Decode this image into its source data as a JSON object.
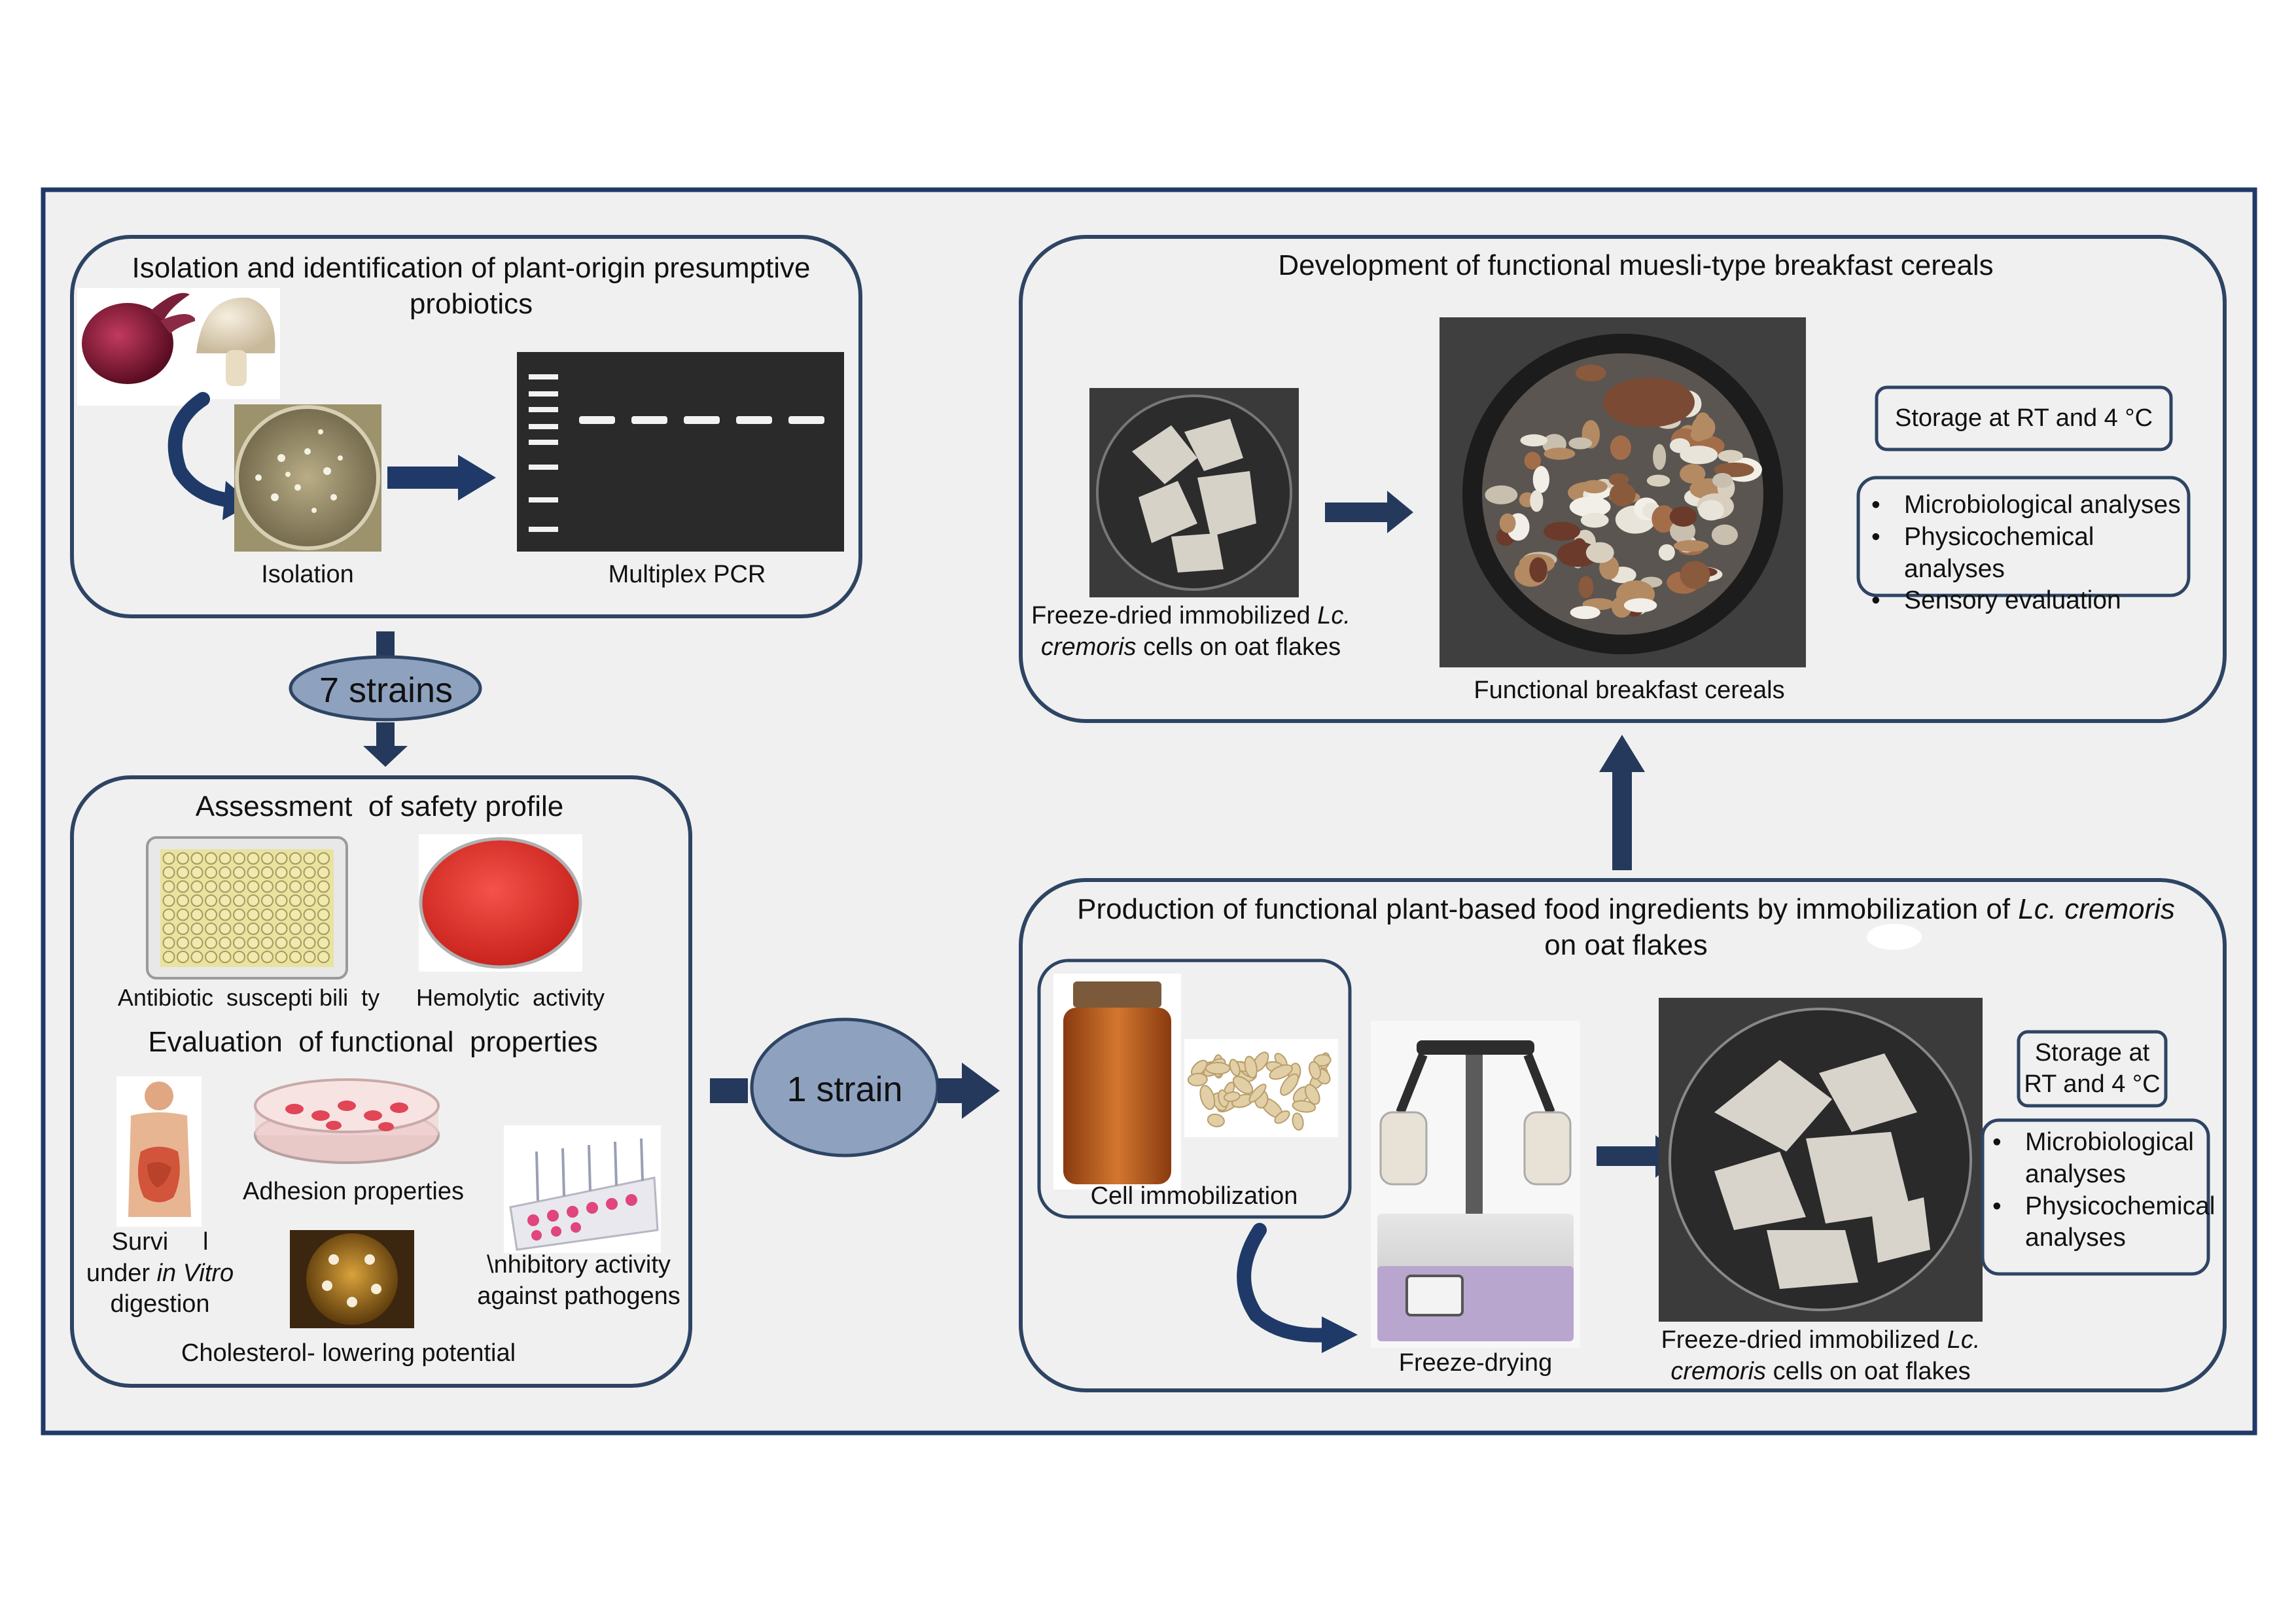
{
  "colors": {
    "frame": "#1f3a68",
    "background": "#f0f0f0",
    "panel_border": "#2e4463",
    "arrow": "#25395c",
    "oval_fill": "#8ea2bf",
    "gel": "#2a2a2a",
    "agar_red": "#e23a2f"
  },
  "icons": [
    "beetroot-icon",
    "mushroom-icon",
    "petri-dish-icon",
    "pcr-gel-icon",
    "microplate-icon",
    "blood-agar-icon",
    "digestive-system-icon",
    "cell-culture-dish-icon",
    "cholesterol-plate-icon",
    "pathogen-plate-icon",
    "culture-bottle-icon",
    "oat-flakes-icon",
    "freeze-dryer-icon",
    "muesli-bowl-icon",
    "oat-dish-icon"
  ],
  "isolation_panel": {
    "title_line1": "Isolation and identification of plant-origin presumptive",
    "title_line2": "probiotics",
    "isolation_label": "Isolation",
    "pcr_label": "Multiplex PCR"
  },
  "strains_7": "7 strains",
  "strains_1": "1 strain",
  "assessment_panel": {
    "safety_title": "Assessment  of safety profile",
    "antibiotic_label": "Antibiotic  suscepti bili  ty",
    "hemolytic_label": "Hemolytic  activity",
    "functional_title": "Evaluation  of functional  properties",
    "survival_line1": "Survi     l",
    "survival_line2_prefix": "under ",
    "survival_line2_italic": "in Vitro",
    "survival_line3": "digestion",
    "adhesion_label": "Adhesion properties",
    "inhibitory_line1": "\\nhibitory activity",
    "inhibitory_line2": "against pathogens",
    "cholesterol_label": "Cholesterol- lowering potential"
  },
  "production_panel": {
    "title_line1_prefix": "Production of functional plant-based food ingredients by immobilization of ",
    "title_line1_italic": "Lc. cremoris",
    "title_line2": "on oat flakes",
    "cell_immobilization_label": "Cell immobilization",
    "freeze_drying_label": "Freeze-drying",
    "freeze_dried_line1_prefix": "Freeze-dried immobilized ",
    "freeze_dried_line1_italic": "Lc.",
    "freeze_dried_line2_italic": "cremoris",
    "freeze_dried_line2_suffix": " cells on oat flakes",
    "storage_line1": "Storage at",
    "storage_line2": "RT and 4 °C",
    "analyses": [
      "Microbiological",
      "analyses",
      "Physicochemical",
      "analyses"
    ]
  },
  "development_panel": {
    "title": "Development of functional muesli-type breakfast cereals",
    "freeze_dried_line1_prefix": "Freeze-dried immobilized ",
    "freeze_dried_line1_italic": "Lc.",
    "freeze_dried_line2_italic": "cremoris",
    "freeze_dried_line2_suffix": " cells on oat flakes",
    "cereals_label": "Functional breakfast cereals",
    "storage": "Storage at RT and 4 °C",
    "analyses": [
      "Microbiological analyses",
      "Physicochemical analyses",
      "Sensory evaluation"
    ]
  }
}
